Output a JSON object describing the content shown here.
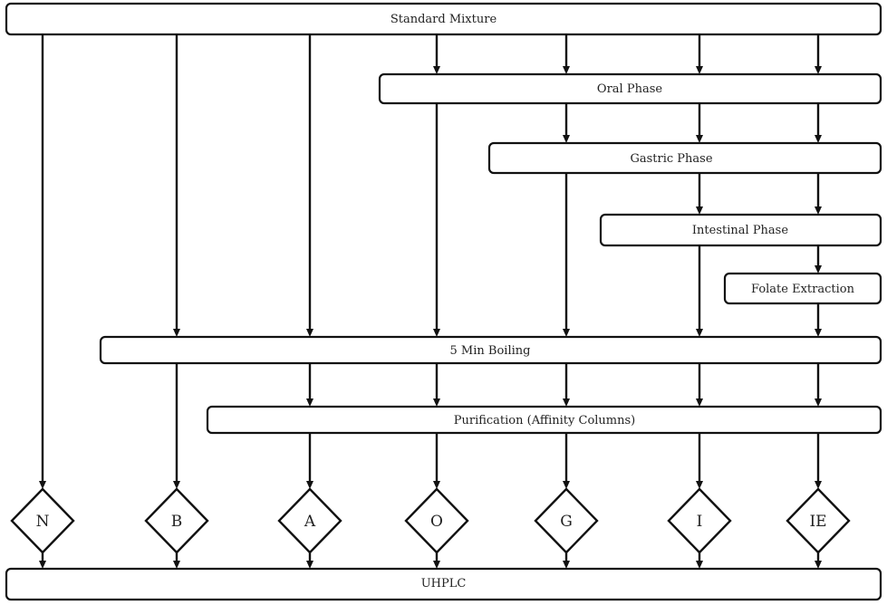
{
  "boxes": {
    "standard_mixture": "Standard Mixture",
    "oral_phase": "Oral Phase",
    "gastric_phase": "Gastric Phase",
    "intestinal_phase": "Intestinal Phase",
    "folate_extraction": "Folate Extraction",
    "boiling": "5 Min Boiling",
    "purification": "Purification (Affinity Columns)",
    "uhplc": "UHPLC"
  },
  "samples": [
    "N",
    "B",
    "A",
    "O",
    "G",
    "I",
    "IE"
  ],
  "colors": {
    "line": "#111111",
    "fill": "#ffffff",
    "text": "#222222"
  }
}
